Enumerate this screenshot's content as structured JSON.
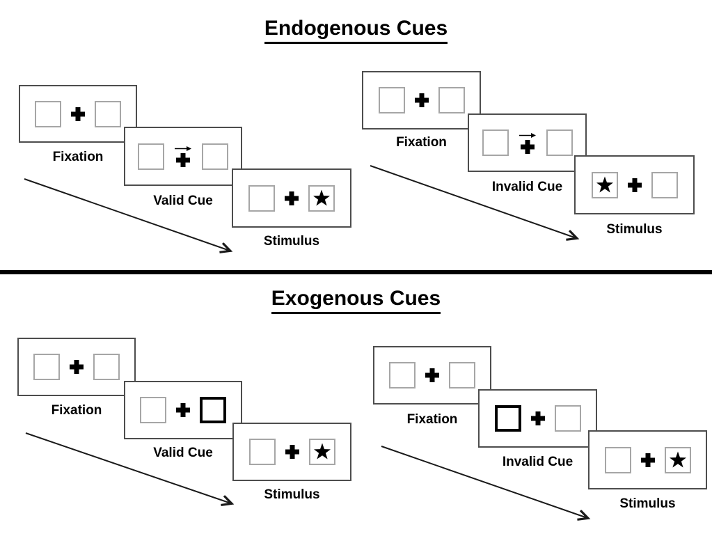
{
  "colors": {
    "background": "#ffffff",
    "panel_border": "#4d4d4d",
    "box_border": "#a6a6a6",
    "highlight_border": "#000000",
    "text": "#000000",
    "divider": "#000000",
    "arrow": "#1a1a1a"
  },
  "icons": {
    "fixation_cross": "plus-icon",
    "stimulus_star": "star-icon",
    "endogenous_cue": "arrow-right-icon",
    "trial_timeline": "diagonal-arrow-icon"
  },
  "sections": [
    {
      "title": "Endogenous Cues",
      "groups": [
        {
          "name": "valid-trial",
          "panels": [
            {
              "label": "Fixation",
              "left_box": "empty",
              "right_box": "empty",
              "cue": null
            },
            {
              "label": "Valid Cue",
              "left_box": "empty",
              "right_box": "empty",
              "cue": "arrow-right-above-cross"
            },
            {
              "label": "Stimulus",
              "left_box": "empty",
              "right_box": "star",
              "cue": null
            }
          ]
        },
        {
          "name": "invalid-trial",
          "panels": [
            {
              "label": "Fixation",
              "left_box": "empty",
              "right_box": "empty",
              "cue": null
            },
            {
              "label": "Invalid Cue",
              "left_box": "empty",
              "right_box": "empty",
              "cue": "arrow-right-above-cross"
            },
            {
              "label": "Stimulus",
              "left_box": "star",
              "right_box": "empty",
              "cue": null
            }
          ]
        }
      ]
    },
    {
      "title": "Exogenous Cues",
      "groups": [
        {
          "name": "valid-trial",
          "panels": [
            {
              "label": "Fixation",
              "left_box": "empty",
              "right_box": "empty",
              "cue": null
            },
            {
              "label": "Valid Cue",
              "left_box": "empty",
              "right_box": "highlight",
              "cue": "box-highlight-right"
            },
            {
              "label": "Stimulus",
              "left_box": "empty",
              "right_box": "star",
              "cue": null
            }
          ]
        },
        {
          "name": "invalid-trial",
          "panels": [
            {
              "label": "Fixation",
              "left_box": "empty",
              "right_box": "empty",
              "cue": null
            },
            {
              "label": "Invalid Cue",
              "left_box": "highlight",
              "right_box": "empty",
              "cue": "box-highlight-left"
            },
            {
              "label": "Stimulus",
              "left_box": "empty",
              "right_box": "star",
              "cue": null
            }
          ]
        }
      ]
    }
  ]
}
